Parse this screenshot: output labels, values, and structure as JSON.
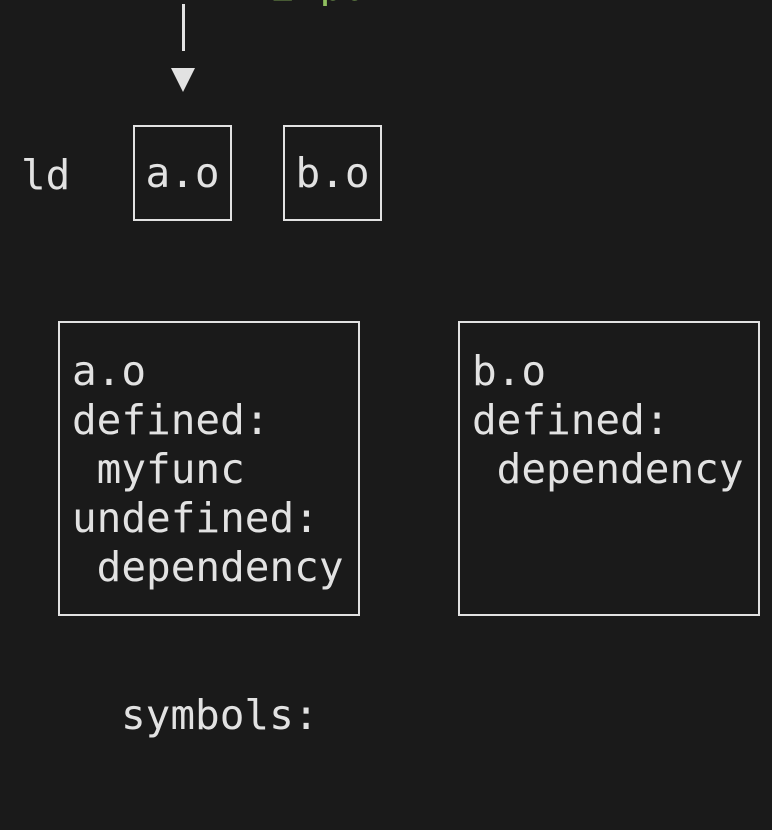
{
  "top_partial_text": "input",
  "ld_label": "ld",
  "input_files": [
    "a.o",
    "b.o"
  ],
  "objects": [
    {
      "name": "a.o",
      "lines": [
        "a.o",
        "defined:",
        " myfunc",
        "undefined:",
        " dependency"
      ]
    },
    {
      "name": "b.o",
      "lines": [
        "b.o",
        "defined:",
        " dependency"
      ]
    }
  ],
  "symbols_label": "symbols:",
  "colors": {
    "background": "#1a1a1a",
    "foreground": "#e2e2e2",
    "accent_green": "#8fbf5f"
  },
  "icons": [
    "down-arrow-icon"
  ]
}
